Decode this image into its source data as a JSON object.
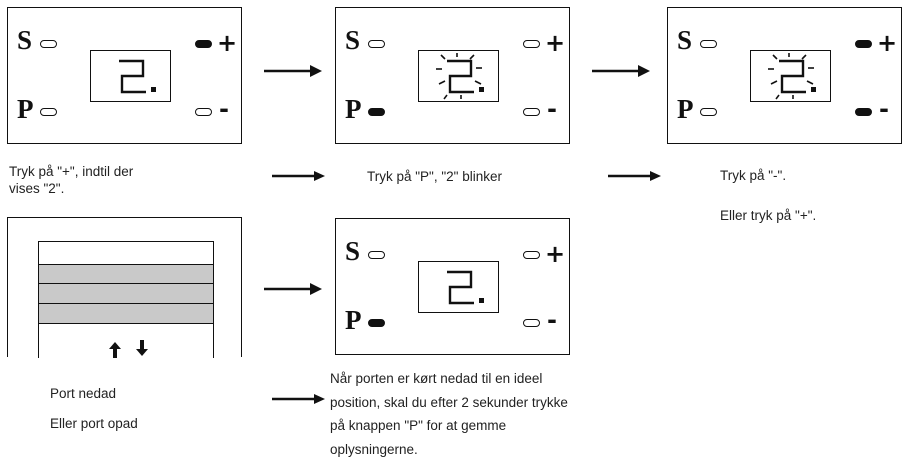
{
  "panel_labels": {
    "s": "S",
    "p": "P",
    "plus": "+",
    "minus": "-"
  },
  "display_digit": "2",
  "instructions": {
    "step1_line1": "Tryk på \"+\", indtil der",
    "step1_line2": "vises \"2\".",
    "step2": "Tryk på \"P\", \"2\" blinker",
    "step3_line1": "Tryk på \"-\".",
    "step3_line2": "Eller tryk på \"+\".",
    "door_line1": "Port nedad",
    "door_line2": "Eller port opad",
    "final_line1": "Når porten er kørt nedad til en ideel",
    "final_line2": "position, skal du efter 2 sekunder trykke",
    "final_line3": "på knappen \"P\" for at gemme",
    "final_line4": "oplysningerne."
  },
  "door_icons": [
    "arrow-up-icon",
    "arrow-down-icon"
  ]
}
